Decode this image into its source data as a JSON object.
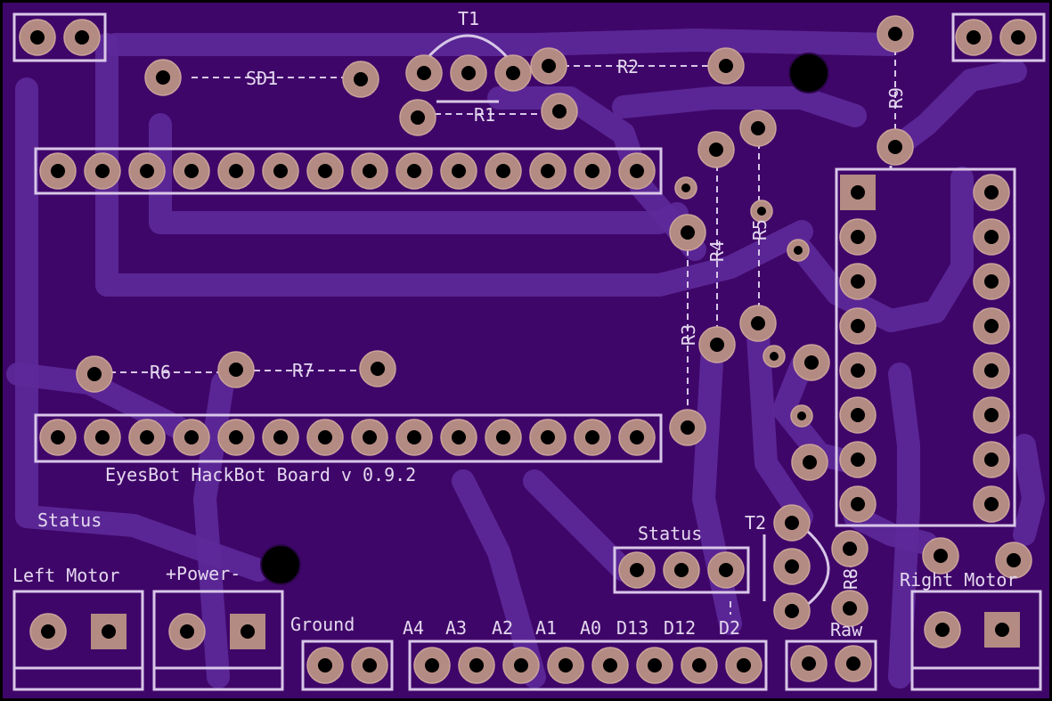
{
  "board": {
    "title": "EyesBot HackBot Board v 0.9.2",
    "colors": {
      "substrate": "#3f0669",
      "trace": "#5d2a9a",
      "pad": "#b48b82",
      "silk": "#d8c7e8"
    }
  },
  "labels": {
    "t1": "T1",
    "t2": "T2",
    "sd1": "SD1",
    "r1": "R1",
    "r2": "R2",
    "r3": "R3",
    "r4": "R4",
    "r5": "R5",
    "r6": "R6",
    "r7": "R7",
    "r8": "R8",
    "r9": "R9",
    "status_left": "Status",
    "left_motor": "Left Motor",
    "power": "+Power-",
    "ground": "Ground",
    "a4": "A4",
    "a3": "A3",
    "a2": "A2",
    "a1": "A1",
    "a0": "A0",
    "d13": "D13",
    "d12": "D12",
    "d2": "D2",
    "status_right": "Status",
    "raw": "Raw",
    "right_motor": "Right Motor"
  }
}
